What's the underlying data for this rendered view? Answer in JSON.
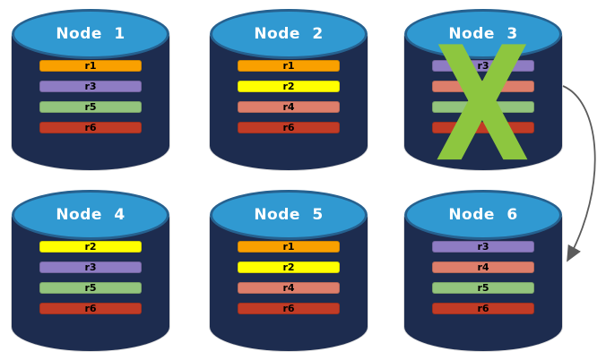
{
  "diagram": {
    "background": "#FFFFFF",
    "colors": {
      "cylinder_body": "#1D2C4F",
      "cap_fill": "#3099D1",
      "cap_border": "#26618F",
      "bar_text": "#000000"
    },
    "nodes": [
      {
        "title": "Node 1",
        "failed": false,
        "replicas": [
          {
            "label": "r1",
            "color": "#F9A000"
          },
          {
            "label": "r3",
            "color": "#8E7CC3"
          },
          {
            "label": "r5",
            "color": "#93C47D"
          },
          {
            "label": "r6",
            "color": "#C13B26"
          }
        ]
      },
      {
        "title": "Node 2",
        "failed": false,
        "replicas": [
          {
            "label": "r1",
            "color": "#F9A000"
          },
          {
            "label": "r2",
            "color": "#FFFF00"
          },
          {
            "label": "r4",
            "color": "#DD7E6B"
          },
          {
            "label": "r6",
            "color": "#C13B26"
          }
        ]
      },
      {
        "title": "Node 3",
        "failed": true,
        "replicas": [
          {
            "label": "r3",
            "color": "#8E7CC3"
          },
          {
            "label": "",
            "color": "#DD7E6B"
          },
          {
            "label": "",
            "color": "#93C47D"
          },
          {
            "label": "",
            "color": "#C13B26"
          }
        ]
      },
      {
        "title": "Node 4",
        "failed": false,
        "replicas": [
          {
            "label": "r2",
            "color": "#FFFF00"
          },
          {
            "label": "r3",
            "color": "#8E7CC3"
          },
          {
            "label": "r5",
            "color": "#93C47D"
          },
          {
            "label": "r6",
            "color": "#C13B26"
          }
        ]
      },
      {
        "title": "Node 5",
        "failed": false,
        "replicas": [
          {
            "label": "r1",
            "color": "#F9A000"
          },
          {
            "label": "r2",
            "color": "#FFFF00"
          },
          {
            "label": "r4",
            "color": "#DD7E6B"
          },
          {
            "label": "r6",
            "color": "#C13B26"
          }
        ]
      },
      {
        "title": "Node 6",
        "failed": false,
        "replicas": [
          {
            "label": "r3",
            "color": "#8E7CC3"
          },
          {
            "label": "r4",
            "color": "#DD7E6B"
          },
          {
            "label": "r5",
            "color": "#93C47D"
          },
          {
            "label": "r6",
            "color": "#C13B26"
          }
        ]
      }
    ],
    "failure_mark": {
      "glyph": "X",
      "color": "#8DC63F",
      "on_node": "Node 3"
    },
    "arrow": {
      "from": "Node 3",
      "to": "Node 6",
      "color": "#5B5B5B"
    }
  }
}
